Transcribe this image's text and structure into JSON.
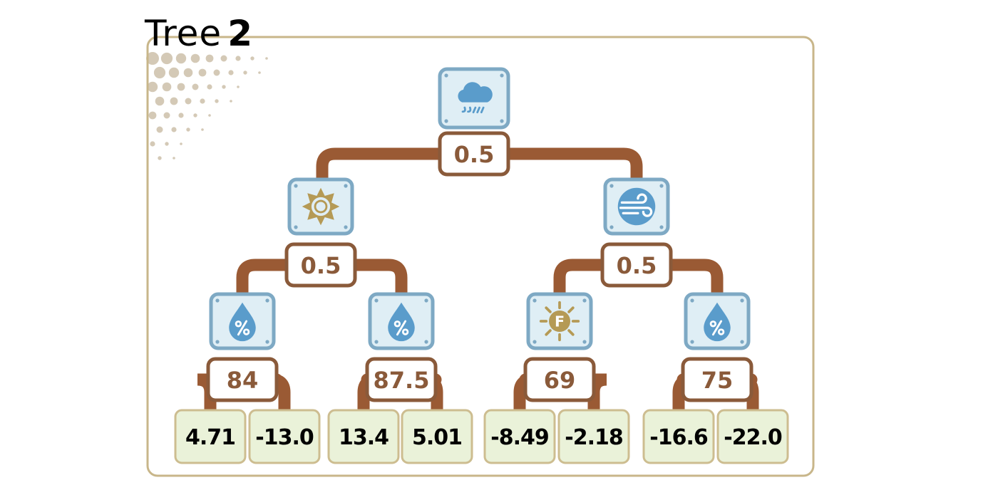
{
  "title": {
    "word": "Tree",
    "number": "2"
  },
  "colors": {
    "frame": "#c8b68a",
    "branch": "#9a5a34",
    "icon_panel": "#dfeef5",
    "icon_border": "#7ea9c4",
    "leaf_fill": "#eaf2d9",
    "leaf_border": "#cdbd90",
    "threshold_border": "#8a5a3a",
    "icon_blue": "#5a9ccb",
    "icon_gold": "#b59a55"
  },
  "nodes": {
    "root": {
      "feature": "rain-cloud-icon",
      "threshold": "0.5"
    },
    "left": {
      "feature": "sun-icon",
      "threshold": "0.5"
    },
    "right": {
      "feature": "wind-icon",
      "threshold": "0.5"
    },
    "left_left": {
      "feature": "humidity-icon",
      "threshold": "84"
    },
    "left_right": {
      "feature": "humidity-icon",
      "threshold": "87.5"
    },
    "right_left": {
      "feature": "temperature-f-icon",
      "threshold": "69"
    },
    "right_right": {
      "feature": "humidity-icon",
      "threshold": "75"
    }
  },
  "leaves": [
    "4.71",
    "-13.0",
    "13.4",
    "5.01",
    "-8.49",
    "-2.18",
    "-16.6",
    "-22.0"
  ]
}
